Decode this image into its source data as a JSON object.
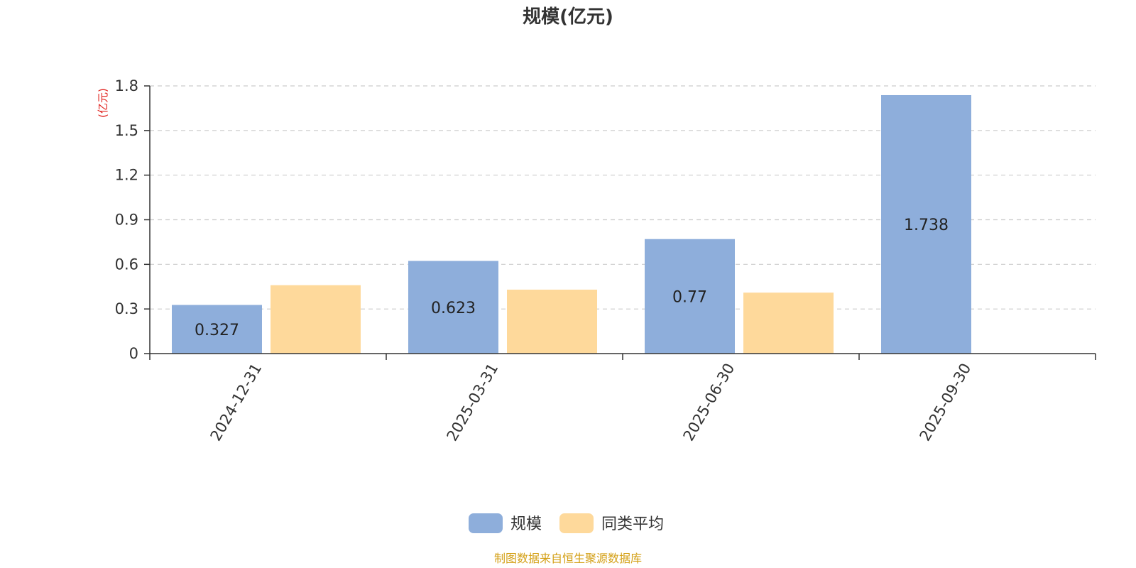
{
  "chart_data": {
    "type": "bar",
    "title": "规模(亿元)",
    "ylabel": "(亿元)",
    "xlabel": "",
    "categories": [
      "2024-12-31",
      "2025-03-31",
      "2025-06-30",
      "2025-09-30"
    ],
    "series": [
      {
        "name": "规模",
        "values": [
          0.327,
          0.623,
          0.77,
          1.738
        ],
        "labels": [
          "0.327",
          "0.623",
          "0.77",
          "1.738"
        ],
        "color": "#8eaedb"
      },
      {
        "name": "同类平均",
        "values": [
          0.46,
          0.43,
          0.41,
          null
        ],
        "color": "#fed99b"
      }
    ],
    "yticks": [
      "0",
      "0.3",
      "0.6",
      "0.9",
      "1.2",
      "1.5",
      "1.8"
    ],
    "ylim": [
      0,
      1.8
    ],
    "grid": true,
    "legend": "bottom-center"
  },
  "source_note": "制图数据来自恒生聚源数据库",
  "colors": {
    "axis": "#333333",
    "grid": "#cccccc",
    "unit": "#e0201b",
    "source": "#d4a017"
  }
}
